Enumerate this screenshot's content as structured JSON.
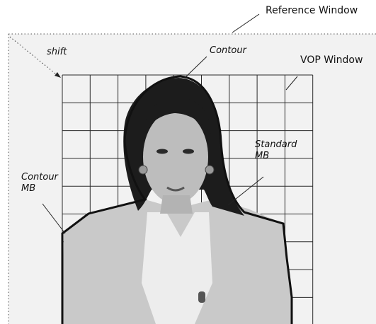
{
  "labels": {
    "reference_window": "Reference Window",
    "vop_window": "VOP Window",
    "shift": "shift",
    "contour": "Contour",
    "standard_mb": [
      "Standard",
      "MB"
    ],
    "contour_mb": [
      "Contour",
      "MB"
    ]
  },
  "colors": {
    "reference_bg": "#f2f2f2",
    "grid": "#2a2a2a",
    "contour": "#111111",
    "jacket": "#c9c9c9",
    "hair": "#1c1c1c",
    "skin": "#bdbdbd",
    "blouse": "#ededed"
  },
  "image": {
    "subject": "woman-portrait",
    "style": "grayscale-photo"
  }
}
